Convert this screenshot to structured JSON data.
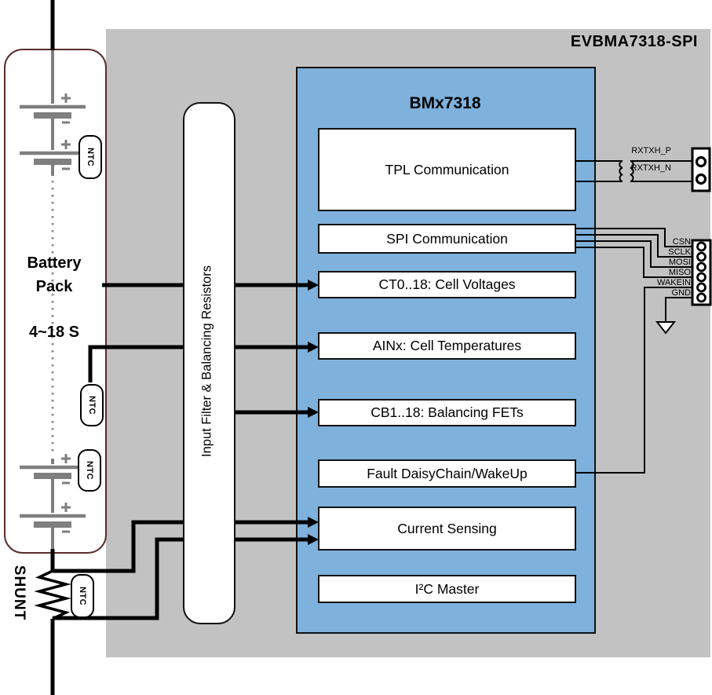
{
  "board": {
    "title": "EVBMA7318-SPI"
  },
  "chip": {
    "title": "BMx7318",
    "blocks": {
      "tpl": "TPL Communication",
      "spi": "SPI Communication",
      "ct": "CT0..18: Cell Voltages",
      "ain": "AINx: Cell Temperatures",
      "cb": "CB1..18: Balancing FETs",
      "fault": "Fault DaisyChain/WakeUp",
      "isense": "Current Sensing",
      "i2c": "I²C Master"
    }
  },
  "battery": {
    "pack_label_line1": "Battery",
    "pack_label_line2": "Pack",
    "cell_count": "4~18 S",
    "ntc": "NTC",
    "shunt": "SHUNT"
  },
  "filter": {
    "label": "Input Filter & Balancing Resistors"
  },
  "connectors": {
    "tpl_pins": [
      "RXTXH_P",
      "RXTXH_N"
    ],
    "spi_pins": [
      "CSN",
      "SCLK",
      "MOSI",
      "MISO",
      "WAKEIN",
      "GND"
    ]
  },
  "colors": {
    "panel_gray": "#C2C2C2",
    "chip_blue": "#7EB1DC",
    "pack_border": "#5B2D2D",
    "cell_gray": "#7F7F7F",
    "wire_black": "#000000"
  }
}
